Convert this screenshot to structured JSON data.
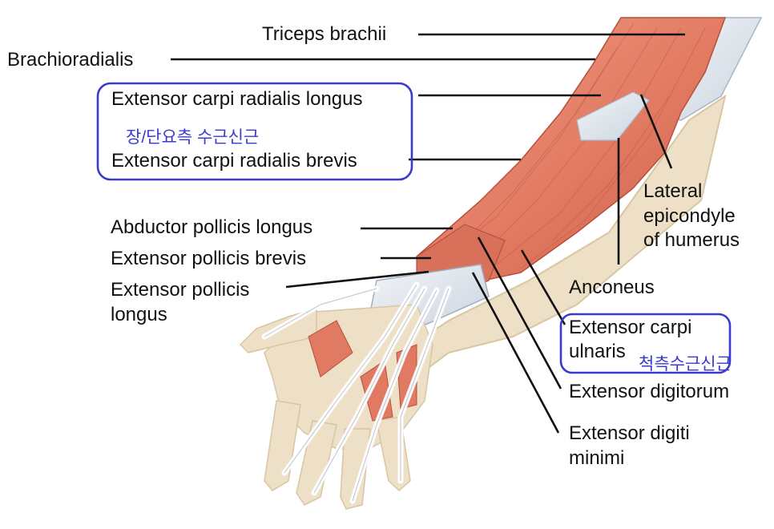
{
  "labels": {
    "triceps": "Triceps brachii",
    "brachioradialis": "Brachioradialis",
    "ecrl": "Extensor carpi radialis longus",
    "korean_radialis": "장/단요측 수근신근",
    "ecrb": "Extensor carpi radialis brevis",
    "lateral_epicondyle": [
      "Lateral",
      "epicondyle",
      "of humerus"
    ],
    "apl": "Abductor pollicis longus",
    "epb": "Extensor pollicis brevis",
    "epl": [
      "Extensor pollicis",
      "longus"
    ],
    "anconeus": "Anconeus",
    "ecu": [
      "Extensor carpi",
      "ulnaris"
    ],
    "korean_ulnaris": "척측수근신근",
    "ed": "Extensor digitorum",
    "edm": [
      "Extensor digiti",
      "minimi"
    ]
  },
  "colors": {
    "annotation_blue": "#3a3ad0",
    "muscle": "#e8806a",
    "muscle_dark": "#c85a45",
    "tendon": "#dfe6ee",
    "bone": "#ede0c6"
  }
}
